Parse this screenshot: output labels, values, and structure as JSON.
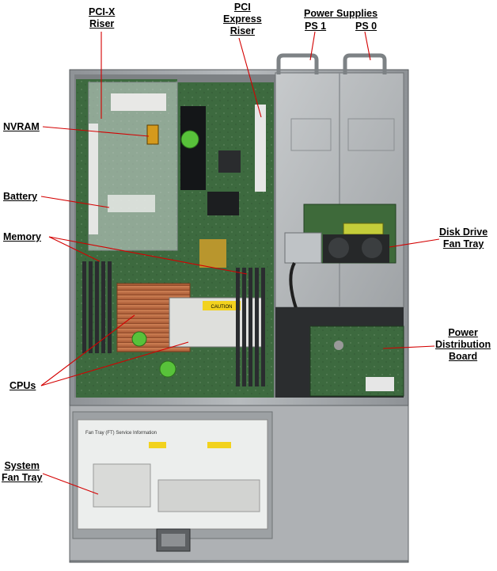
{
  "labels": {
    "pcix_riser": [
      "PCI-X",
      "Riser"
    ],
    "pci_express_riser": [
      "PCI",
      "Express",
      "Riser"
    ],
    "power_supplies": "Power Supplies",
    "ps1": "PS 1",
    "ps0": "PS 0",
    "nvram": "NVRAM",
    "battery": "Battery",
    "memory": "Memory",
    "disk_drive_fan_tray": [
      "Disk Drive",
      "Fan Tray"
    ],
    "power_distribution_board": [
      "Power",
      "Distribution",
      "Board"
    ],
    "cpus": "CPUs",
    "system_fan_tray": [
      "System",
      "Fan Tray"
    ]
  },
  "board_text": {
    "caution": "CAUTION",
    "fan_tray_service_info": "Fan Tray (FT) Service Information"
  },
  "colors": {
    "chassis": "#9b9fa3",
    "chassis_dark": "#6f7377",
    "motherboard": "#3d6a3f",
    "heatsink": "#c7734a",
    "fan_rotor": "#58c23a",
    "label_line": "#d40000",
    "caution_yellow": "#f2d21e"
  }
}
